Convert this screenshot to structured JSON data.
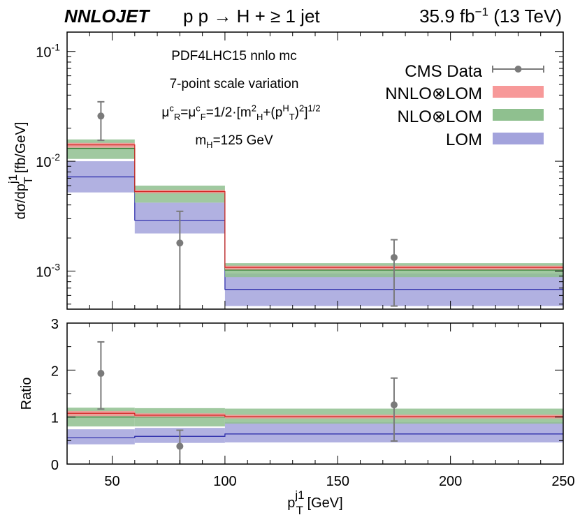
{
  "header": {
    "brand": "NNLOJET",
    "process": "p p → H + ≥ 1 jet",
    "lumi": "35.9 fb",
    "lumi_exp": "−1",
    "energy": "(13 TeV)"
  },
  "annotations": {
    "pdf": "PDF4LHC15 nnlo mc",
    "scale": "7-point scale variation",
    "mu_r": "μ",
    "mu_r_sup": "c",
    "mu_r_sub": "R",
    "mu_eq": "=μ",
    "mu_f_sup": "c",
    "mu_f_sub": "F",
    "mu_rest1": "=1/2·[m",
    "mh2_sup": "2",
    "mh2_sub": "H",
    "mu_rest2": "+(p",
    "pt_sup": "H",
    "pt_sub": "T",
    "mu_rest3": ")",
    "sq_sup": "2",
    "mu_rest4": "]",
    "half_sup": "1/2",
    "mh_m": "m",
    "mh_sub": "H",
    "mh_val": "=125 GeV"
  },
  "legend": {
    "data": "CMS Data",
    "nnlo": "NNLO⊗LOM",
    "nlo": "NLO⊗LOM",
    "lom": "LOM"
  },
  "colors": {
    "nnlo_band": "#f79999",
    "nnlo_line": "#d62020",
    "nlo_band": "#8fc08f",
    "nlo_line": "#2e7a2e",
    "lom_band": "#a3a3dc",
    "lom_line": "#2626a8",
    "data": "#7a7a7a"
  },
  "chart_data": [
    {
      "type": "line",
      "panel": "main",
      "ylabel": "dσ/dp",
      "ylabel_sup": "j1",
      "ylabel_sub": "T",
      "ylabel_unit": " [fb/GeV]",
      "yscale": "log",
      "ylim": [
        0.00045,
        0.15
      ],
      "xlim": [
        30,
        250
      ],
      "yticks": [
        {
          "value": 0.1,
          "base": "10",
          "exp": "-1"
        },
        {
          "value": 0.01,
          "base": "10",
          "exp": "-2"
        },
        {
          "value": 0.001,
          "base": "10",
          "exp": "-3"
        }
      ],
      "bins": [
        [
          30,
          60
        ],
        [
          60,
          100
        ],
        [
          100,
          250
        ]
      ],
      "series": [
        {
          "name": "LOM",
          "central": [
            0.0072,
            0.0029,
            0.00068
          ],
          "low": [
            0.0052,
            0.0022,
            0.00048
          ],
          "high": [
            0.01,
            0.0042,
            0.00095
          ]
        },
        {
          "name": "NLO⊗LOM",
          "central": [
            0.0131,
            0.0052,
            0.00102
          ],
          "low": [
            0.0105,
            0.0042,
            0.00088
          ],
          "high": [
            0.0158,
            0.006,
            0.00118
          ]
        },
        {
          "name": "NNLO⊗LOM",
          "central": [
            0.0141,
            0.0053,
            0.00108
          ],
          "low": [
            0.0133,
            0.0051,
            0.00103
          ],
          "high": [
            0.0147,
            0.0055,
            0.00112
          ]
        }
      ],
      "data_points": {
        "name": "CMS Data",
        "x": [
          45,
          80,
          175
        ],
        "y": [
          0.0258,
          0.0018,
          0.00133
        ],
        "ylo": [
          0.0155,
          0.00045,
          0.00048
        ],
        "yhi": [
          0.0348,
          0.0035,
          0.00193
        ]
      }
    },
    {
      "type": "line",
      "panel": "ratio",
      "ylabel": "Ratio",
      "xlabel": "p",
      "xlabel_sup": "j1",
      "xlabel_sub": "T",
      "xlabel_unit": " [GeV]",
      "yscale": "linear",
      "ylim": [
        0,
        3
      ],
      "xlim": [
        30,
        250
      ],
      "yticks": [
        0,
        1,
        2,
        3
      ],
      "xticks": [
        50,
        100,
        150,
        200,
        250
      ],
      "bins": [
        [
          30,
          60
        ],
        [
          60,
          100
        ],
        [
          100,
          250
        ]
      ],
      "series": [
        {
          "name": "LOM",
          "central": [
            0.56,
            0.59,
            0.64
          ],
          "low": [
            0.42,
            0.45,
            0.46
          ],
          "high": [
            0.74,
            0.77,
            0.89
          ]
        },
        {
          "name": "NLO⊗LOM",
          "central": [
            1.0,
            1.0,
            1.0
          ],
          "low": [
            0.8,
            0.8,
            0.86
          ],
          "high": [
            1.2,
            1.19,
            1.18
          ]
        },
        {
          "name": "NNLO⊗LOM",
          "central": [
            1.08,
            1.04,
            1.01
          ],
          "low": [
            1.02,
            1.0,
            0.97
          ],
          "high": [
            1.13,
            1.08,
            1.05
          ]
        }
      ],
      "data_points": {
        "name": "CMS Data",
        "x": [
          45,
          80,
          175
        ],
        "y": [
          1.93,
          0.38,
          1.26
        ],
        "ylo": [
          1.17,
          0.0,
          0.49
        ],
        "yhi": [
          2.6,
          0.72,
          1.83
        ]
      }
    }
  ]
}
